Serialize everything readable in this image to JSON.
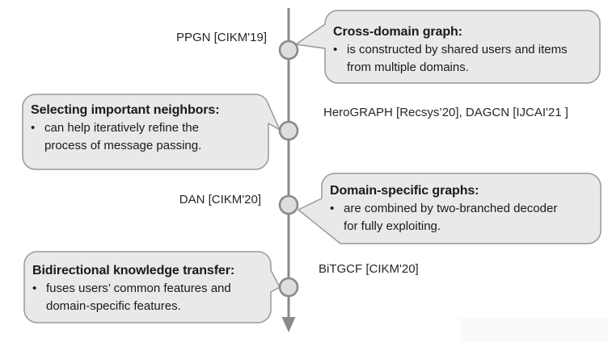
{
  "diagram": {
    "type": "timeline-callout-diagram",
    "bullet_char": "•",
    "colors": {
      "background": "#ffffff",
      "box_fill": "#e9e9e9",
      "box_border": "#999999",
      "line": "#8a8a8a",
      "node_fill": "#dedede",
      "callout_text": "#1a1a1a",
      "label_text": "#262626"
    },
    "labels": [
      "PPGN [CIKM'19]",
      "HeroGRAPH [Recsys’20], DAGCN [IJCAI'21 ]",
      "DAN [CIKM'20]",
      "BiTGCF [CIKM'20]"
    ],
    "callouts": [
      {
        "title": "Cross-domain graph:",
        "bullet": "is constructed by shared users and items\nfrom multiple domains."
      },
      {
        "title": "Selecting important neighbors:",
        "bullet": "can help iteratively refine the\nprocess of message passing."
      },
      {
        "title": "Domain-specific graphs:",
        "bullet": "are combined by two-branched decoder\nfor fully exploiting."
      },
      {
        "title": "Bidirectional knowledge transfer:",
        "bullet": "fuses users’ common features and\ndomain-specific features."
      }
    ]
  }
}
